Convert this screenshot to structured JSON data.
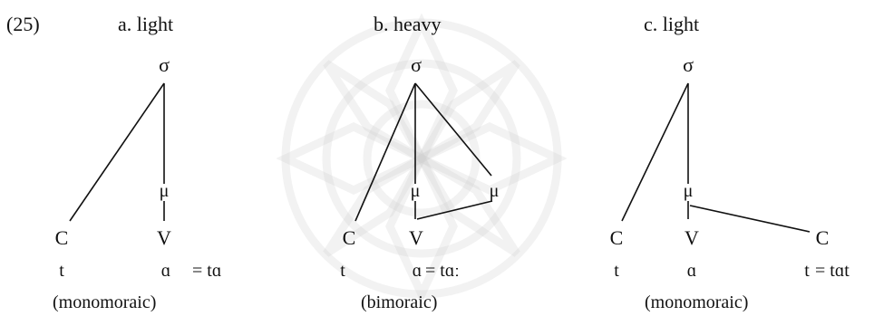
{
  "example_number": "(25)",
  "panels": [
    {
      "label": "a. light",
      "nodes": {
        "sigma": "σ",
        "mu1": "μ",
        "c_onset": "C",
        "v": "V"
      },
      "segments": {
        "t": "t",
        "a": "ɑ",
        "eq": "= tɑ"
      },
      "note": "(monomoraic)"
    },
    {
      "label": "b. heavy",
      "nodes": {
        "sigma": "σ",
        "mu1": "μ",
        "mu2": "μ",
        "c_onset": "C",
        "v": "V"
      },
      "segments": {
        "t": "t",
        "a": "ɑ",
        "eq": "= tɑː"
      },
      "note": "(bimoraic)"
    },
    {
      "label": "c. light",
      "nodes": {
        "sigma": "σ",
        "mu1": "μ",
        "c_onset": "C",
        "v": "V",
        "c_coda": "C"
      },
      "segments": {
        "t": "t",
        "a": "ɑ",
        "t2": "t",
        "eq": "= tɑt"
      },
      "note": "(monomoraic)"
    }
  ]
}
